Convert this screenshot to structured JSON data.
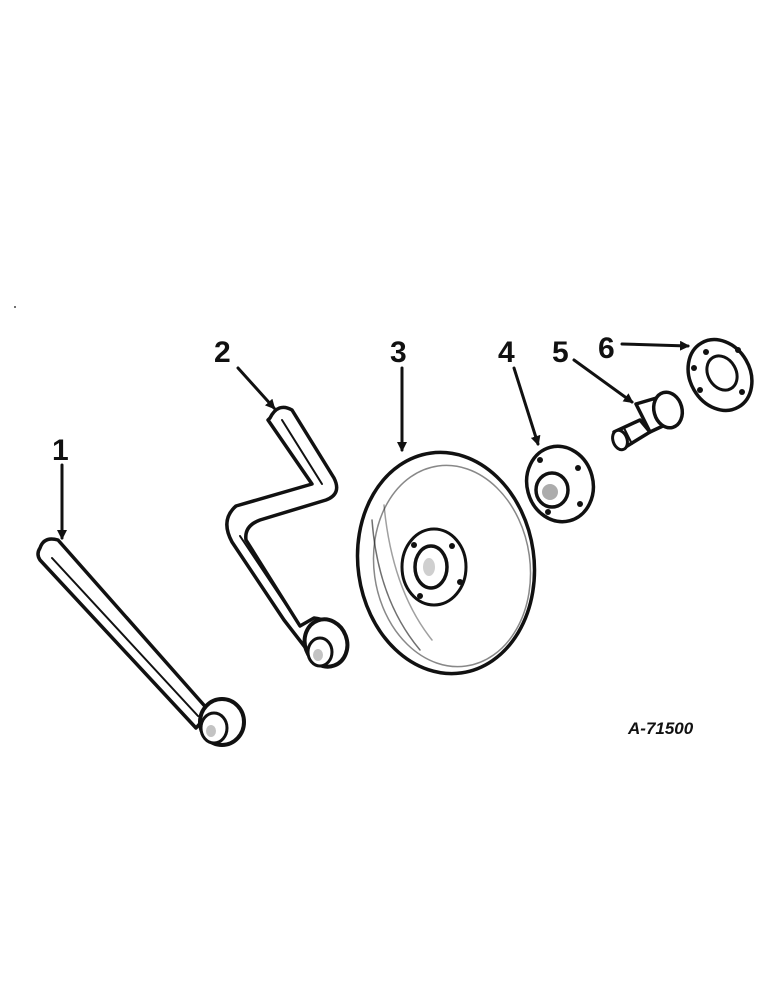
{
  "diagram": {
    "figure_id": "A-71500",
    "parts": [
      {
        "label": "1"
      },
      {
        "label": "2"
      },
      {
        "label": "3"
      },
      {
        "label": "4"
      },
      {
        "label": "5"
      },
      {
        "label": "6"
      }
    ]
  }
}
